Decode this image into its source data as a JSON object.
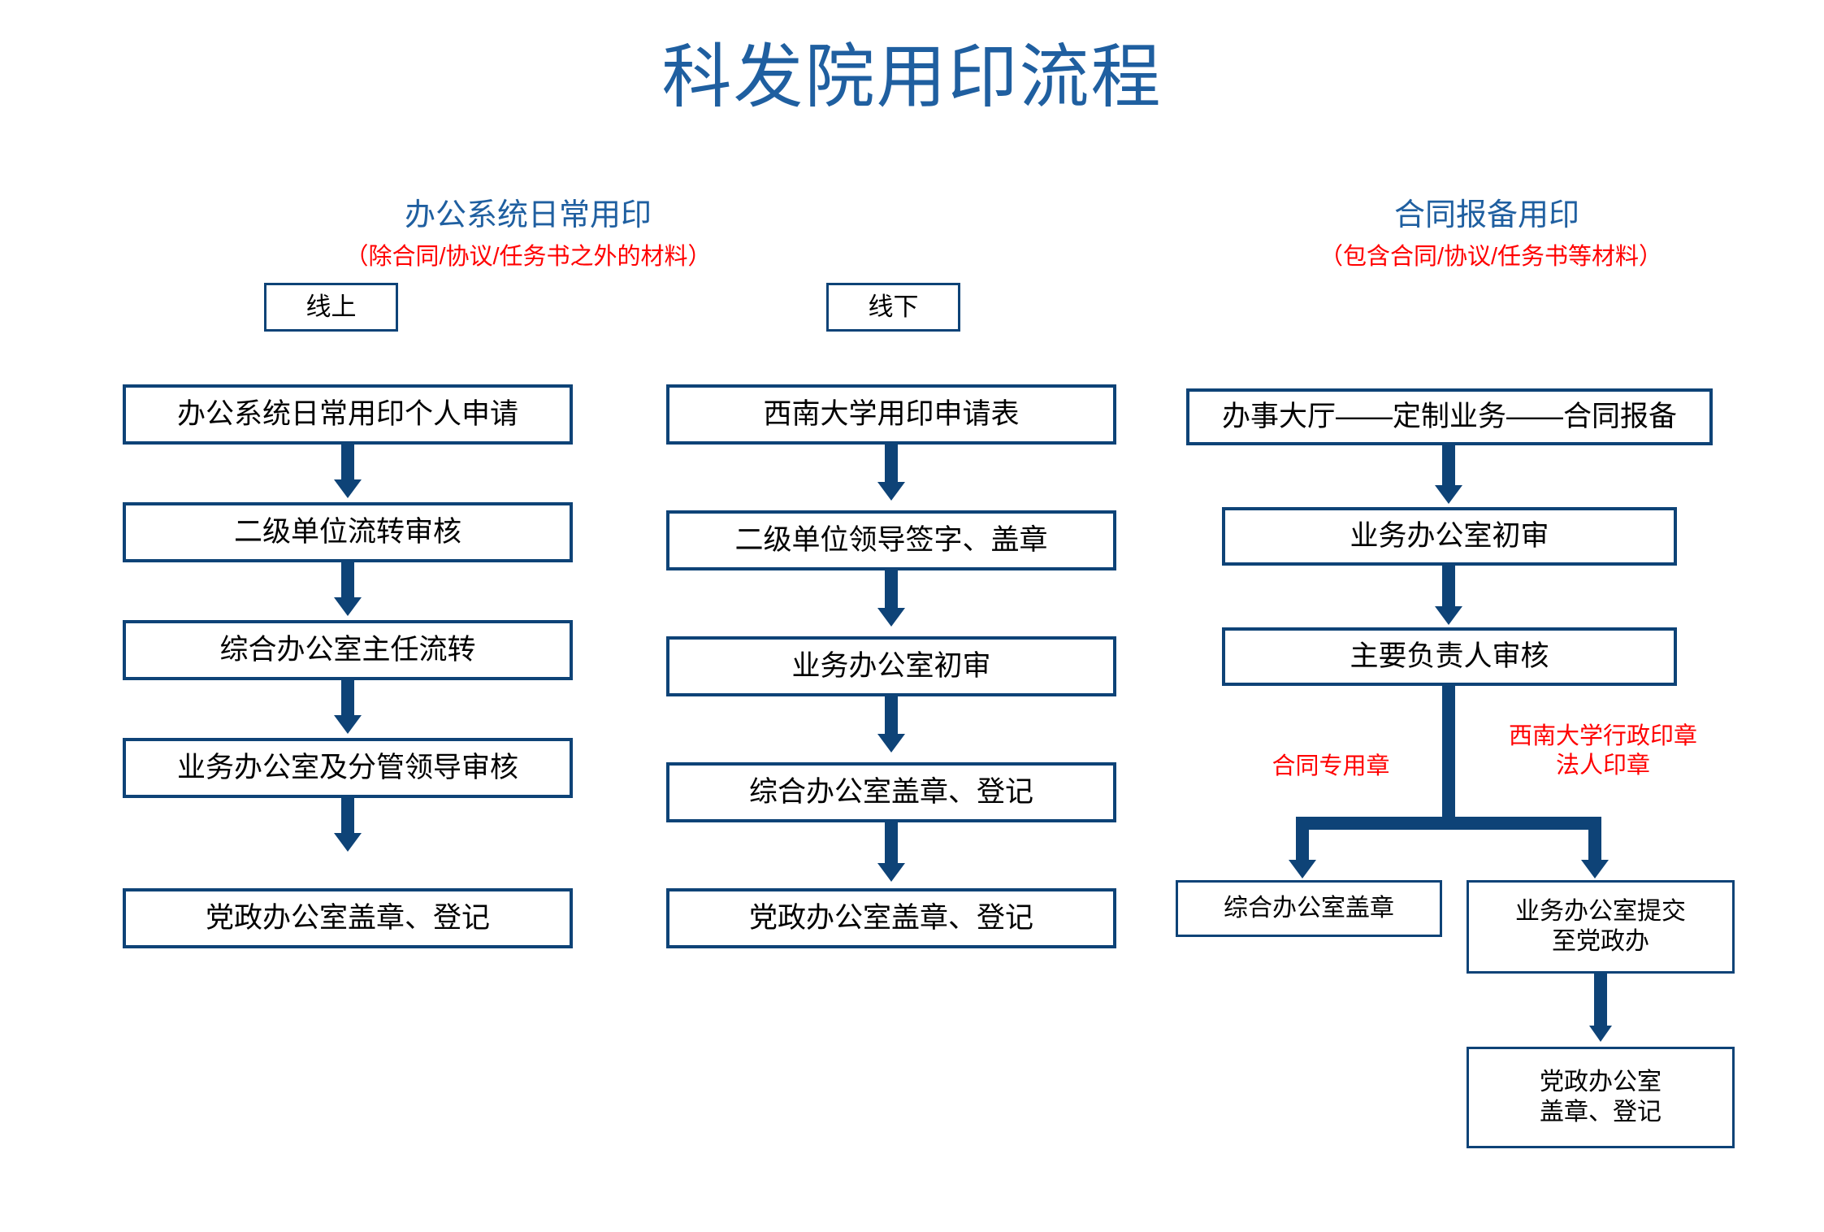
{
  "page": {
    "title": "科发院用印流程",
    "title_color": "#1F5FA0",
    "line_color": "#0E4377",
    "note_color": "#FF0000",
    "background": "#FFFFFF"
  },
  "sections": [
    {
      "id": "office-system-daily",
      "title": "办公系统日常用印",
      "subtitle": "（除合同/协议/任务书之外的材料）",
      "lanes": [
        {
          "id": "online",
          "tag": "线上",
          "steps": [
            "办公系统日常用印个人申请",
            "二级单位流转审核",
            "综合办公室主任流转",
            "业务办公室及分管领导审核",
            "党政办公室盖章、登记"
          ]
        },
        {
          "id": "offline",
          "tag": "线下",
          "steps": [
            "西南大学用印申请表",
            "二级单位领导签字、盖章",
            "业务办公室初审",
            "综合办公室盖章、登记",
            "党政办公室盖章、登记"
          ]
        }
      ]
    },
    {
      "id": "contract-filing",
      "title": "合同报备用印",
      "subtitle": "（包含合同/协议/任务书等材料）",
      "steps": [
        "办事大厅——定制业务——合同报备",
        "业务办公室初审",
        "主要负责人审核"
      ],
      "branches": [
        {
          "id": "contract-seal",
          "label": "合同专用章",
          "steps": [
            "综合办公室盖章"
          ]
        },
        {
          "id": "admin-seal",
          "label": "西南大学行政印章\n法人印章",
          "steps": [
            "业务办公室提交\n至党政办",
            "党政办公室\n盖章、登记"
          ]
        }
      ]
    }
  ]
}
